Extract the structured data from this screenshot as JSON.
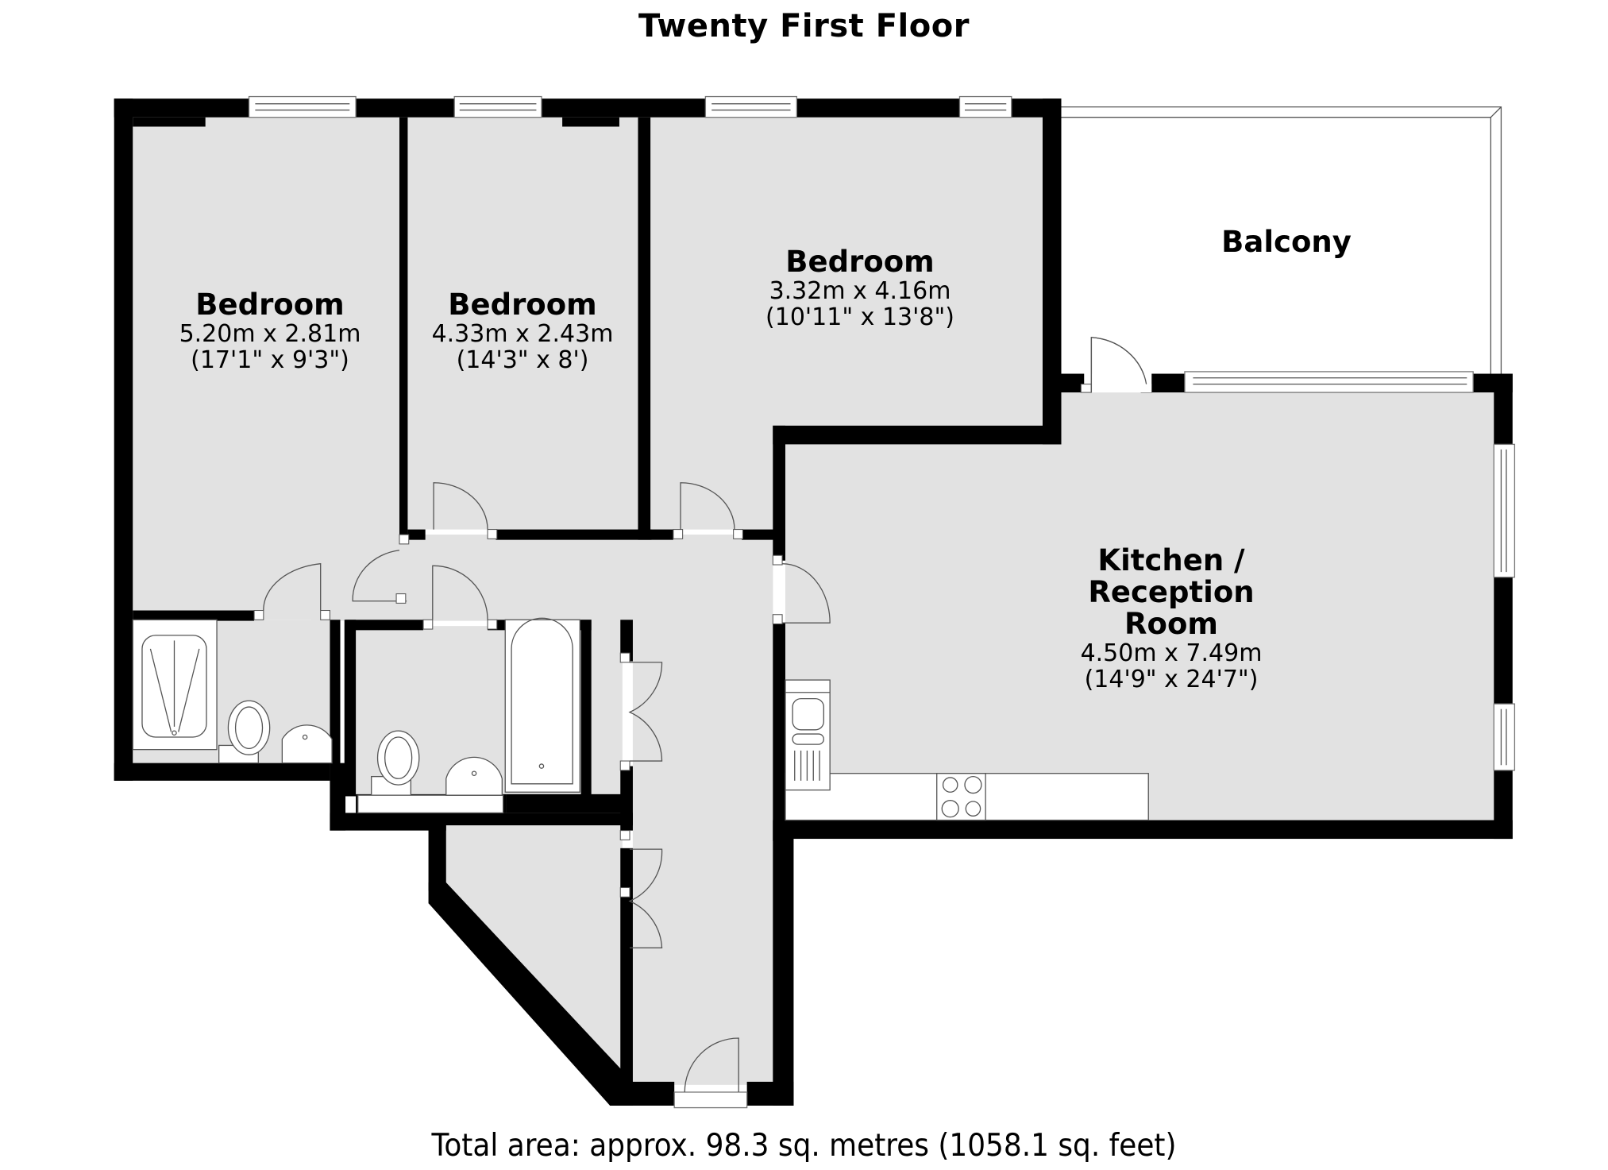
{
  "plan": {
    "title": "Twenty First Floor",
    "total_area": "Total area: approx. 98.3 sq. metres (1058.1 sq. feet)",
    "colors": {
      "wall": "#000000",
      "floor": "#e2e2e2",
      "outside": "#ffffff"
    }
  },
  "rooms": [
    {
      "name": "Bedroom",
      "metric": "5.20m x 2.81m",
      "imperial": "(17'1\" x 9'3\")"
    },
    {
      "name": "Bedroom",
      "metric": "4.33m x 2.43m",
      "imperial": "(14'3\" x 8')"
    },
    {
      "name": "Bedroom",
      "metric": "3.32m x 4.16m",
      "imperial": "(10'11\" x 13'8\")"
    },
    {
      "name_line1": "Kitchen /",
      "name_line2": "Reception",
      "name_line3": "Room",
      "metric": "4.50m x 7.49m",
      "imperial": "(14'9\" x 24'7\")"
    },
    {
      "name": "Balcony"
    }
  ]
}
